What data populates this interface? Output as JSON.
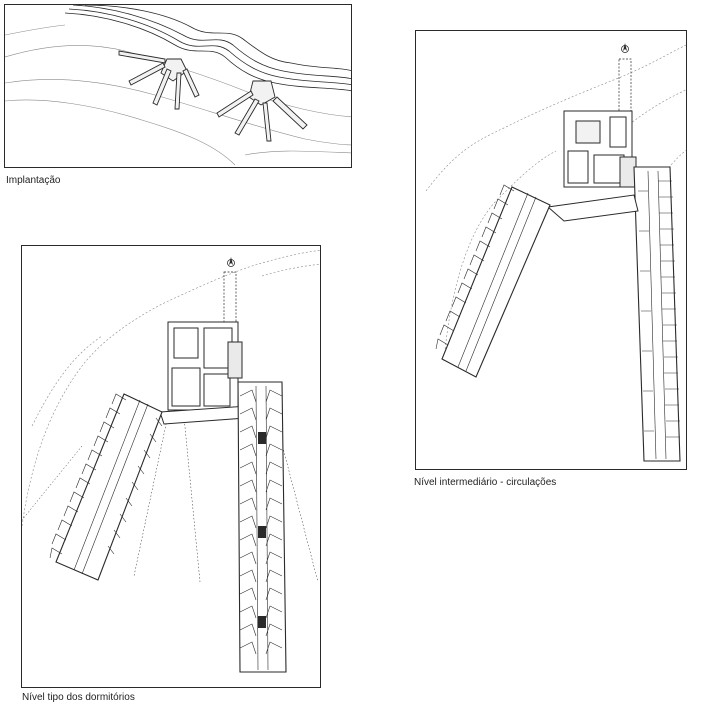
{
  "figures": [
    {
      "caption": "Implantação"
    },
    {
      "caption": "Nível intermediário - circulações"
    },
    {
      "caption": "Nível tipo dos dormitórios"
    }
  ],
  "colors": {
    "ink": "#2a2a2a",
    "contour": "#8a8a8a",
    "paper": "#ffffff"
  },
  "icons": [
    "north-arrow-icon"
  ]
}
